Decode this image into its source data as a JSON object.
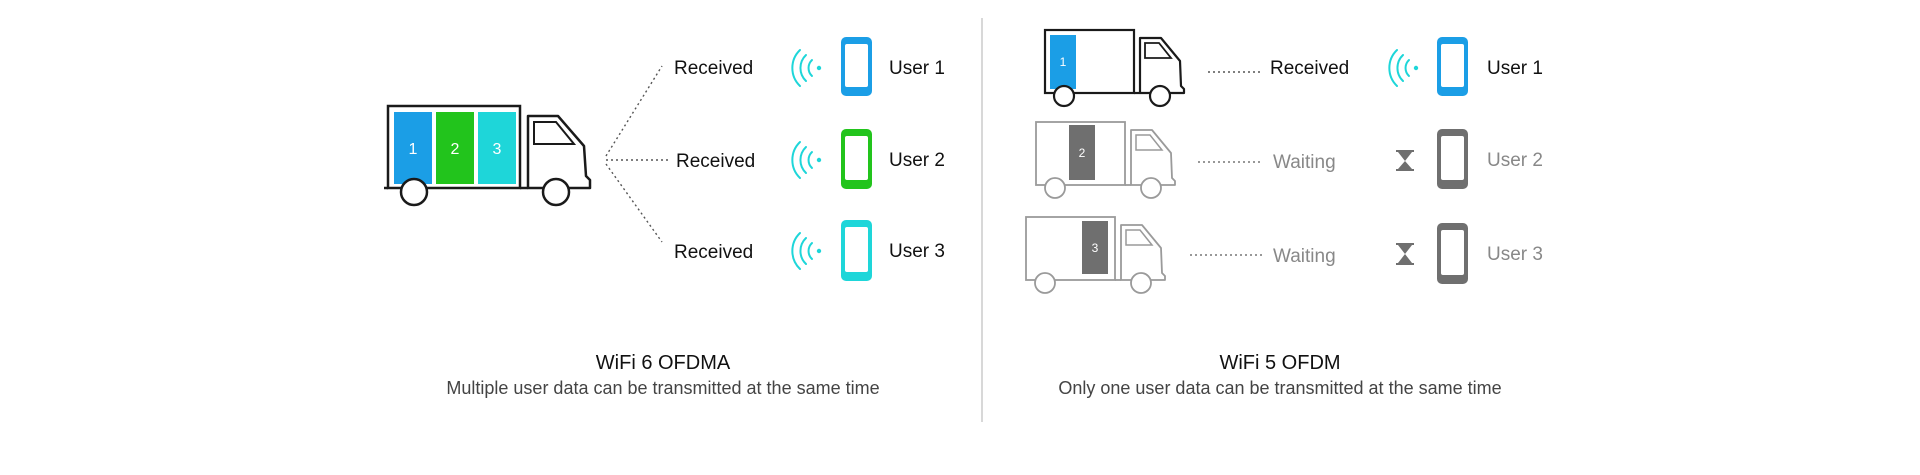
{
  "colors": {
    "blue": "#1b9ee6",
    "green": "#22c41c",
    "cyan": "#1ed6d9",
    "gray": "#6f6f6f",
    "outline": "#1a1a1a",
    "light_outline": "#9a9a9a",
    "divider": "#bdbdbd"
  },
  "left": {
    "packets": [
      "1",
      "2",
      "3"
    ],
    "rows": [
      {
        "status": "Received",
        "user": "User 1"
      },
      {
        "status": "Received",
        "user": "User 2"
      },
      {
        "status": "Received",
        "user": "User 3"
      }
    ],
    "title": "WiFi 6 OFDMA",
    "subtitle": "Multiple user data can be transmitted at the same time"
  },
  "right": {
    "rows": [
      {
        "packet": "1",
        "status": "Received",
        "user": "User 1"
      },
      {
        "packet": "2",
        "status": "Waiting",
        "user": "User 2"
      },
      {
        "packet": "3",
        "status": "Waiting",
        "user": "User 3"
      }
    ],
    "title": "WiFi 5 OFDM",
    "subtitle": "Only one user data can be transmitted at the same time"
  }
}
